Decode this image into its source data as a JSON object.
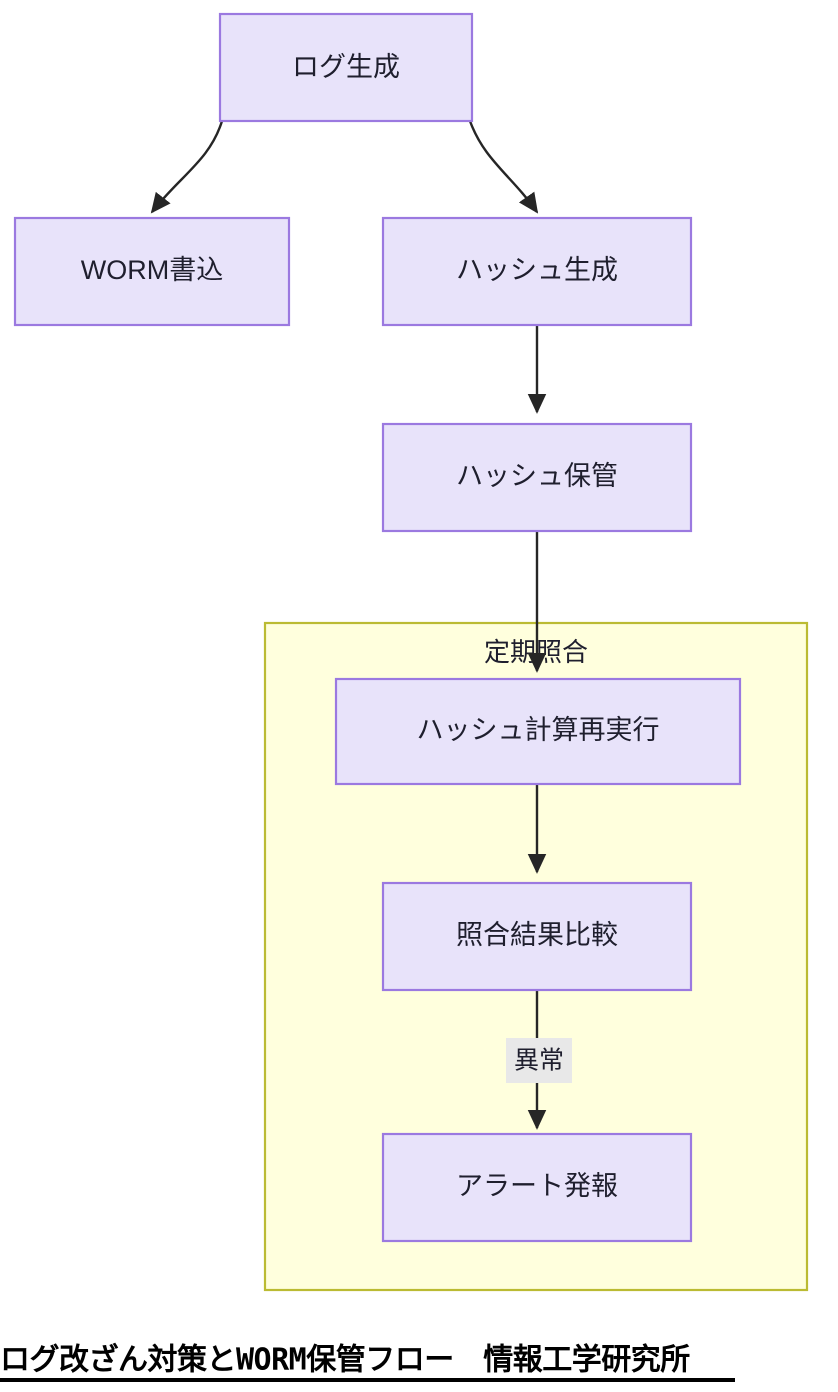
{
  "diagram": {
    "title_caption": "ログ改ざん対策とWORM保管フロー　情報工学研究所",
    "type": "flowchart",
    "direction": "top-down",
    "theme": {
      "node_fill": "#e8e3fa",
      "node_stroke": "#9b79e0",
      "cluster_fill": "#ffffdd",
      "cluster_stroke": "#bbbb33",
      "edge_stroke": "#262626",
      "edge_label_bg": "#e8e8e8",
      "text_color": "#1f1f2e",
      "page_bg": "#ffffff"
    },
    "nodes": [
      {
        "id": "log_gen",
        "label": "ログ生成"
      },
      {
        "id": "worm_write",
        "label": "WORM書込"
      },
      {
        "id": "hash_gen",
        "label": "ハッシュ生成"
      },
      {
        "id": "hash_store",
        "label": "ハッシュ保管"
      },
      {
        "id": "hash_recalc",
        "label": "ハッシュ計算再実行"
      },
      {
        "id": "compare",
        "label": "照合結果比較"
      },
      {
        "id": "alert",
        "label": "アラート発報"
      }
    ],
    "clusters": [
      {
        "id": "periodic_check",
        "label": "定期照合",
        "members": [
          "hash_recalc",
          "compare",
          "alert"
        ]
      }
    ],
    "edges": [
      {
        "from": "log_gen",
        "to": "worm_write",
        "label": ""
      },
      {
        "from": "log_gen",
        "to": "hash_gen",
        "label": ""
      },
      {
        "from": "hash_gen",
        "to": "hash_store",
        "label": ""
      },
      {
        "from": "hash_store",
        "to": "hash_recalc",
        "label": ""
      },
      {
        "from": "hash_recalc",
        "to": "compare",
        "label": ""
      },
      {
        "from": "compare",
        "to": "alert",
        "label": "異常"
      }
    ]
  }
}
